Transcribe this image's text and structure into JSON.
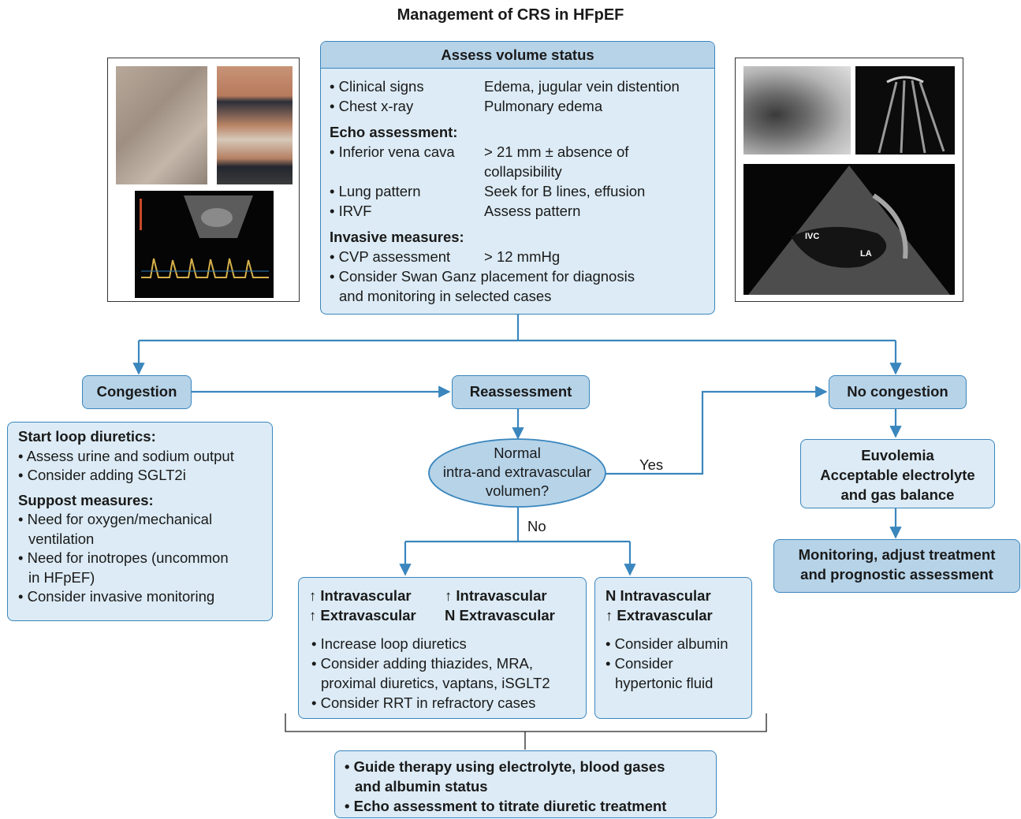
{
  "title": "Management of CRS in HFpEF",
  "assess": {
    "header": "Assess volume status",
    "rows1": [
      {
        "k": "• Clinical signs",
        "v": "Edema, jugular vein distention"
      },
      {
        "k": "• Chest x-ray",
        "v": "Pulmonary edema"
      }
    ],
    "echo_heading": "Echo assessment:",
    "ivc_k": "• Inferior vena cava",
    "ivc_v1": "> 21 mm ± absence of",
    "ivc_v2": "collapsibility",
    "rows2": [
      {
        "k": "• Lung pattern",
        "v": "Seek for B lines, effusion"
      },
      {
        "k": "• IRVF",
        "v": "Assess pattern"
      }
    ],
    "invasive_heading": "Invasive measures:",
    "cvp_k": "• CVP assessment",
    "cvp_v": "> 12 mmHg",
    "swan1": "• Consider Swan Ganz placement for diagnosis",
    "swan2": "and monitoring in selected cases"
  },
  "nodes": {
    "congestion": "Congestion",
    "reassessment": "Reassessment",
    "no_congestion": "No congestion",
    "decision1": "Normal",
    "decision2": "intra-and extravascular",
    "decision3": "volumen?",
    "yes": "Yes",
    "no": "No"
  },
  "congestion_box": {
    "h1": "Start loop diuretics:",
    "l1": "• Assess urine and sodium output",
    "l2": "• Consider adding SGLT2i",
    "h2": "Suppost measures:",
    "l3": "• Need for oxygen/mechanical",
    "l4": "ventilation",
    "l5": "• Need for inotropes (uncommon",
    "l6": "in HFpEF)",
    "l7": "• Consider invasive monitoring"
  },
  "euvolemia": {
    "l1": "Euvolemia",
    "l2": "Acceptable electrolyte",
    "l3": "and gas balance"
  },
  "monitoring": {
    "l1": "Monitoring, adjust treatment",
    "l2": "and prognostic assessment"
  },
  "mid_box": {
    "a1": "↑ Intravascular",
    "a2": "↑ Extravascular",
    "b1": "↑ Intravascular",
    "b2": "N Extravascular",
    "l1": "• Increase loop diuretics",
    "l2": "• Consider adding thiazides, MRA,",
    "l3": "proximal diuretics, vaptans, iSGLT2",
    "l4": "• Consider RRT in refractory cases"
  },
  "right_box": {
    "a1": "N Intravascular",
    "a2": "↑ Extravascular",
    "l1": "• Consider albumin",
    "l2": "• Consider",
    "l3": "hypertonic fluid"
  },
  "bottom_box": {
    "l1": "• Guide therapy using electrolyte, blood gases",
    "l2": "and albumin status",
    "l3": "• Echo assessment to titrate diuretic treatment"
  },
  "image_labels": {
    "ivc": "IVC",
    "la": "LA"
  },
  "colors": {
    "box_fill": "#dcebf5",
    "header_fill": "#b6d3e8",
    "line": "#3a86bd"
  }
}
